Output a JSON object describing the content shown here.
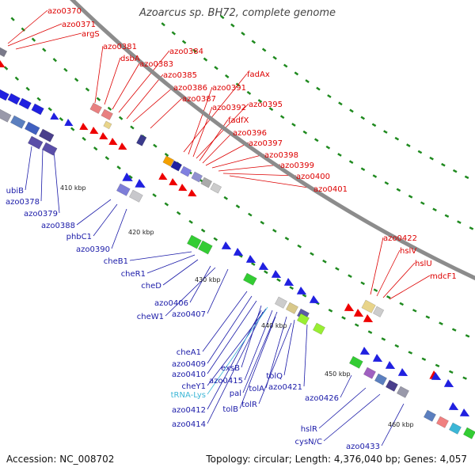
{
  "title": "Azoarcus sp. BH72, complete genome",
  "footer": {
    "accession": "Accession: NC_008702",
    "summary": "Topology: circular; Length: 4,376,040 bp; Genes: 4,057"
  },
  "colors": {
    "forward_label": "#dd0000",
    "reverse_label": "#1a1aa8",
    "rna_label": "#3bb6d6",
    "backbone": "#8c8c8c",
    "tick": "#1f8a1f"
  },
  "kbp_ticks": [
    "410 kbp",
    "420 kbp",
    "430 kbp",
    "440 kbp",
    "450 kbp",
    "460 kbp"
  ],
  "forward_labels": [
    "azo0370",
    "azo0371",
    "argS",
    "azo0381",
    "dsbA",
    "azo0383",
    "azo0384",
    "azo0385",
    "azo0386",
    "azo0387",
    "fadAx",
    "azo0391",
    "azo0392",
    "azo0395",
    "fadfX",
    "azo0396",
    "azo0397",
    "azo0398",
    "azo0399",
    "azo0400",
    "azo0401",
    "azo0422",
    "hslV",
    "hslU",
    "mdcF1"
  ],
  "reverse_labels": [
    "ubiB",
    "azo0378",
    "azo0379",
    "azo0388",
    "phbC1",
    "azo0390",
    "cheB1",
    "cheR1",
    "cheD",
    "azo0406",
    "cheW1",
    "azo0407",
    "cheA1",
    "azo0409",
    "azo0410",
    "exsB",
    "cheY1",
    "azo0415",
    "pal",
    "tolA",
    "tolQ",
    "azo0421",
    "azo0412",
    "tolB",
    "tolR",
    "azo0426",
    "azo0414",
    "hslR",
    "cysN/C",
    "azo0433"
  ],
  "rna_labels": [
    "tRNA-Lys"
  ]
}
